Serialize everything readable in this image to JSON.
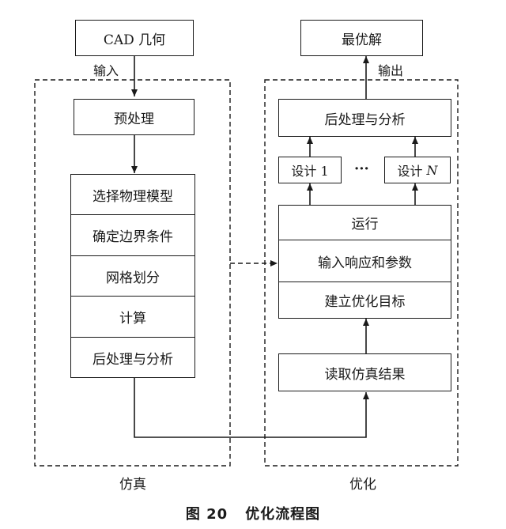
{
  "nodes": {
    "cad_geometry": "CAD 几何",
    "optimal_solution": "最优解",
    "preprocessing": "预处理",
    "sim_steps": [
      "选择物理模型",
      "确定边界条件",
      "网格划分",
      "计算",
      "后处理与分析"
    ],
    "opt_postprocess": "后处理与分析",
    "design_1": "设计 1",
    "design_n_prefix": "设计 ",
    "design_n_var": "N",
    "ellipsis": "···",
    "opt_steps": [
      "运行",
      "输入响应和参数",
      "建立优化目标"
    ],
    "read_results": "读取仿真结果"
  },
  "edge_labels": {
    "input": "输入",
    "output": "输出"
  },
  "groups": {
    "simulation": "仿真",
    "optimization": "优化"
  },
  "caption": {
    "number": "图 20",
    "title": "优化流程图"
  }
}
